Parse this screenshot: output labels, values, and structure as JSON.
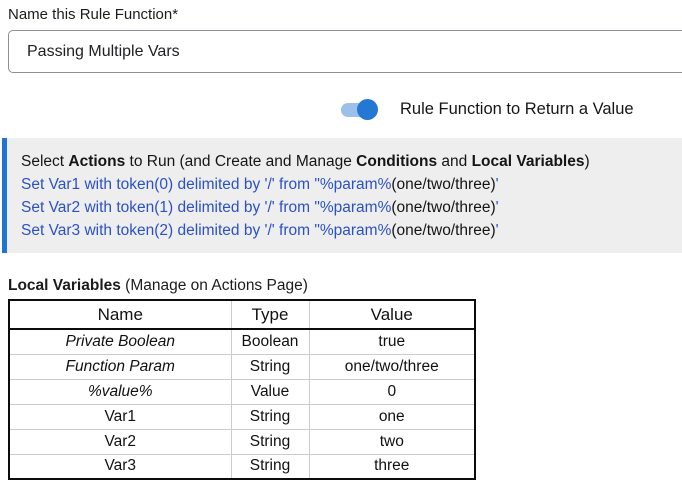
{
  "form": {
    "name_label": "Name this Rule Function*",
    "name_value": "Passing Multiple Vars",
    "toggle_label": "Rule Function to Return a Value",
    "toggle_state": "on"
  },
  "actions_panel": {
    "intro": {
      "seg1": "Select ",
      "seg2_bold": "Actions",
      "seg3": " to Run (and Create and Manage ",
      "seg4_bold": "Conditions",
      "seg5": " and ",
      "seg6_bold": "Local Variables",
      "seg7": ")"
    },
    "actions": [
      {
        "link": "Set Var1 with token(0) delimited by '/' from \"%param%",
        "note": "(one/two/three)",
        "tail": "'"
      },
      {
        "link": "Set Var2 with token(1) delimited by '/' from \"%param%",
        "note": "(one/two/three)",
        "tail": "'"
      },
      {
        "link": "Set Var3 with token(2) delimited by '/' from \"%param%",
        "note": "(one/two/three)",
        "tail": "'"
      }
    ]
  },
  "local_variables": {
    "title_bold": "Local Variables",
    "title_rest": " (Manage on Actions Page)",
    "columns": [
      "Name",
      "Type",
      "Value"
    ],
    "rows": [
      {
        "name": "Private Boolean",
        "type": "Boolean",
        "value": "true"
      },
      {
        "name": "Function Param",
        "type": "String",
        "value": "one/two/three"
      },
      {
        "name": "%value%",
        "type": "Value",
        "value": "0"
      },
      {
        "name": "Var1",
        "type": "String",
        "value": "one"
      },
      {
        "name": "Var2",
        "type": "String",
        "value": "two"
      },
      {
        "name": "Var3",
        "type": "String",
        "value": "three"
      }
    ]
  },
  "colors": {
    "panel_bg": "#eeeeee",
    "panel_accent": "#2175d0",
    "link_blue": "#2b51c5",
    "toggle_thumb": "#2478d4",
    "toggle_track": "#9cc0ea",
    "table_border": "#0c0c0c",
    "table_gridline": "#cccccc"
  }
}
